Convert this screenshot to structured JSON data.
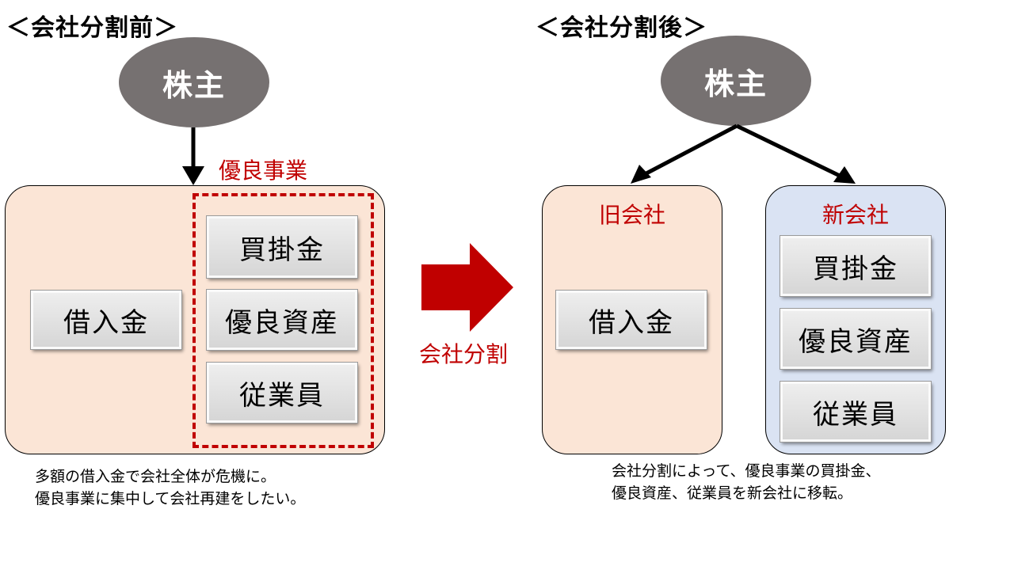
{
  "before": {
    "title": "＜会社分割前＞",
    "shareholder": "株主",
    "highlight_label": "優良事業",
    "liability_item": "借入金",
    "business_items": [
      "買掛金",
      "優良資産",
      "従業員"
    ],
    "caption_lines": [
      "多額の借入金で会社全体が危機に。",
      "優良事業に集中して会社再建をしたい。"
    ]
  },
  "transition": {
    "label": "会社分割"
  },
  "after": {
    "title": "＜会社分割後＞",
    "shareholder": "株主",
    "old_company": {
      "label": "旧会社",
      "items": [
        "借入金"
      ]
    },
    "new_company": {
      "label": "新会社",
      "items": [
        "買掛金",
        "優良資産",
        "従業員"
      ]
    },
    "caption_lines": [
      "会社分割によって、優良事業の買掛金、",
      "優良資産、従業員を新会社に移転。"
    ]
  },
  "colors": {
    "ellipse": "#767171",
    "peach": "#fbe5d6",
    "blue": "#dae3f3",
    "accent_red": "#c00000"
  }
}
